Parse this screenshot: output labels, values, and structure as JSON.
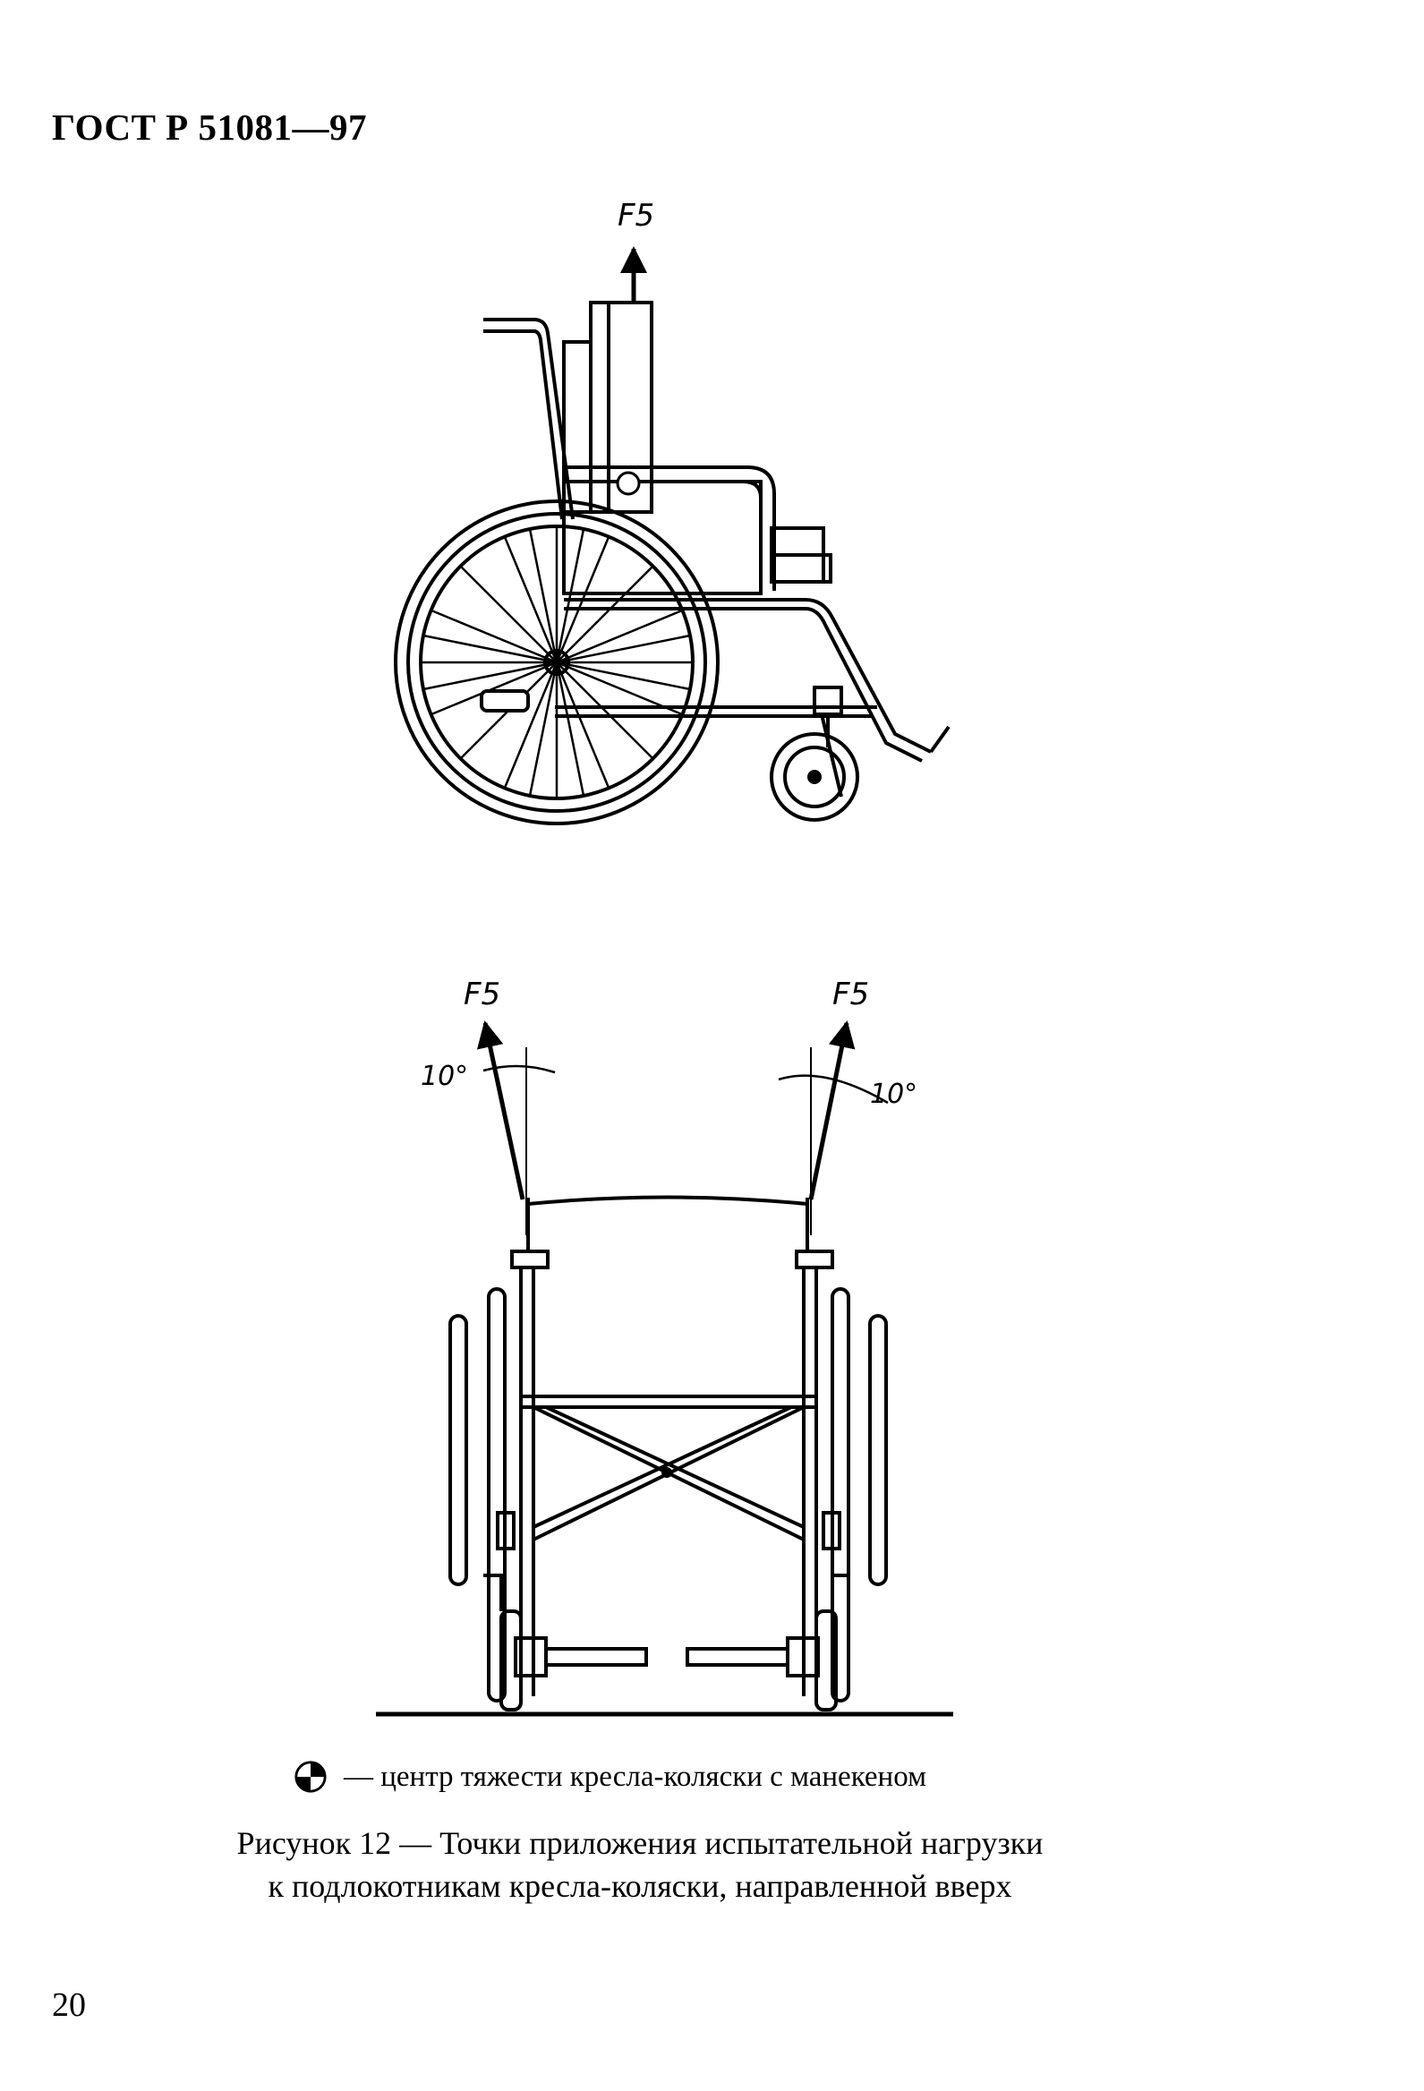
{
  "header": {
    "doc_id": "ГОСТ Р 51081—97"
  },
  "figure": {
    "force_label_top": "F5",
    "force_label_left": "F5",
    "force_label_right": "F5",
    "angle_left": "10°",
    "angle_right": "10°"
  },
  "legend": {
    "text": "— центр тяжести кресла-коляски с манекеном"
  },
  "caption": {
    "line1": "Рисунок 12 — Точки приложения испытательной нагрузки",
    "line2": "к подлокотникам кресла-коляски, направленной вверх"
  },
  "page_number": "20"
}
